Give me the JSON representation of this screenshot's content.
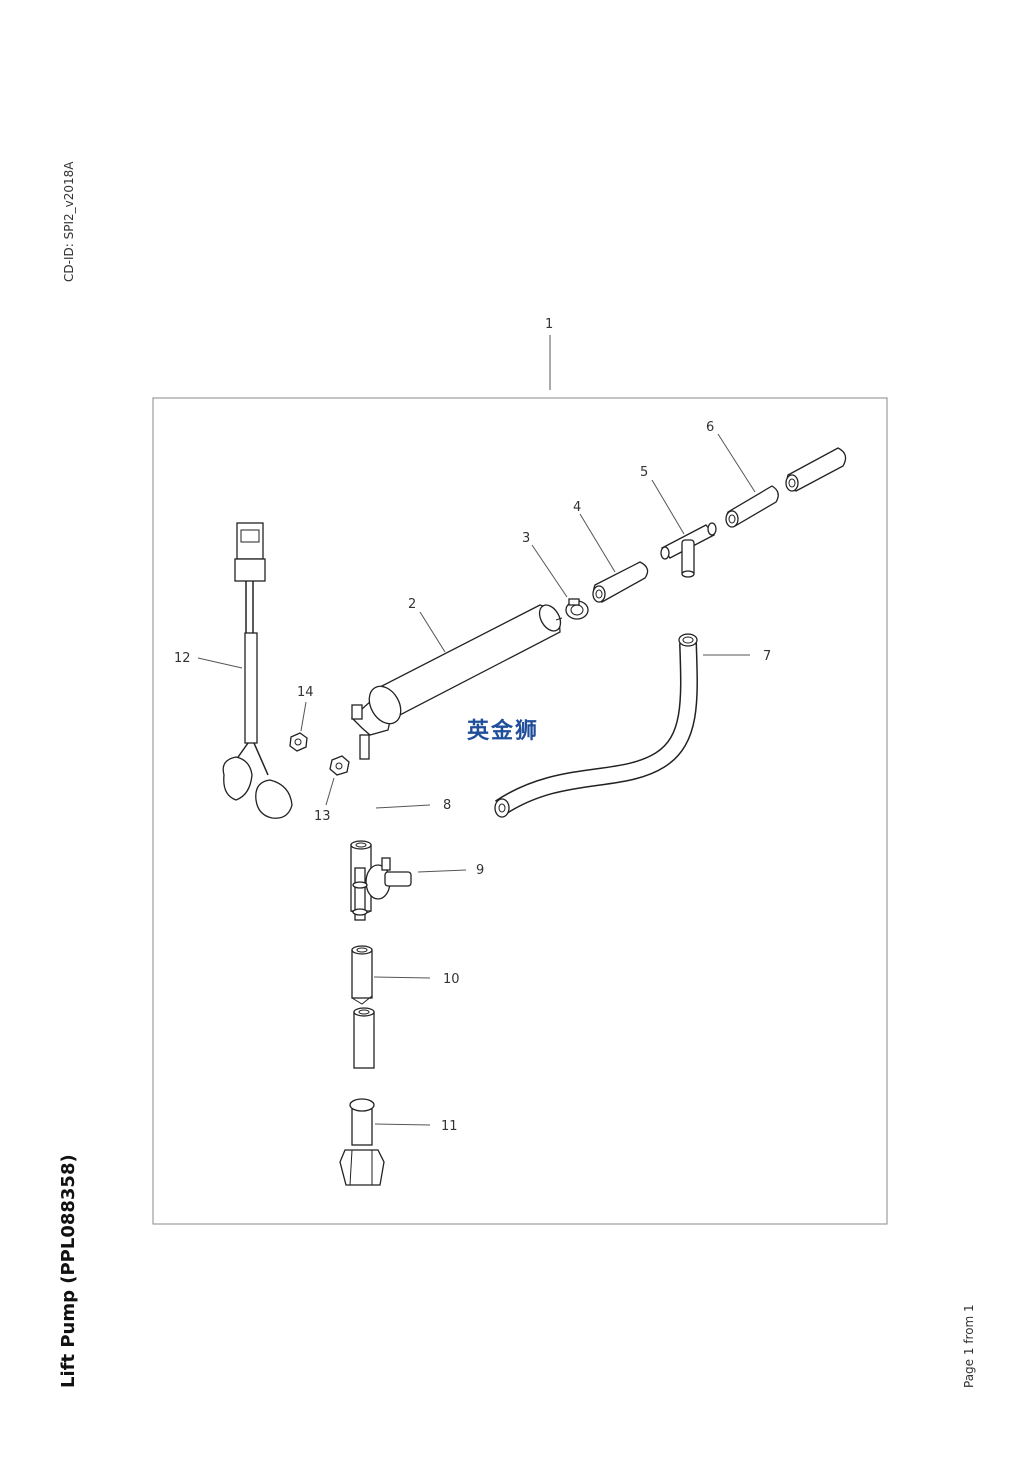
{
  "cd_id": "CD-ID: SPI2_v2018A",
  "title": "Lift Pump (PPL088358)",
  "page": "Page 1 from 1",
  "watermark": "英金狮",
  "callouts": [
    "1",
    "2",
    "3",
    "4",
    "5",
    "6",
    "7",
    "8",
    "9",
    "10",
    "11",
    "12",
    "13",
    "14"
  ]
}
